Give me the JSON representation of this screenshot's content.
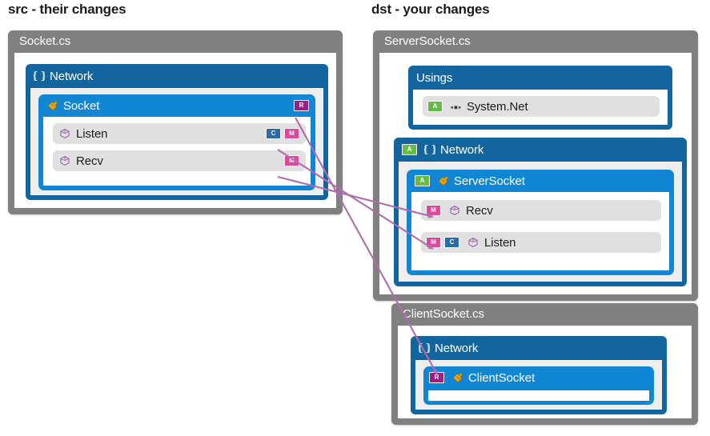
{
  "columns": {
    "src_caption": "src - their changes",
    "dst_caption": "dst - your changes"
  },
  "badge_colors": {
    "R": "#9c1e86",
    "M": "#e0479c",
    "C": "#2a6aa8",
    "A": "#66bb44"
  },
  "theme": {
    "file_bg": "#808080",
    "namespace_bg": "#12659e",
    "class_bg": "#1186d4",
    "member_bg": "#e0e0e0",
    "connector_line": "#b06cae",
    "page_bg": "#ffffff"
  },
  "src": {
    "file": {
      "name": "Socket.cs",
      "namespace": {
        "name": "Network",
        "icon": "namespace-braces-icon",
        "badges": [],
        "class": {
          "name": "Socket",
          "icon": "class-icon",
          "badges": [
            "R"
          ],
          "members": [
            {
              "name": "Listen",
              "icon": "method-icon",
              "badges": [
                "C",
                "M"
              ],
              "badge_side": "right"
            },
            {
              "name": "Recv",
              "icon": "method-icon",
              "badges": [
                "M"
              ],
              "badge_side": "right"
            }
          ]
        }
      }
    }
  },
  "dst": {
    "files": [
      {
        "name": "ServerSocket.cs",
        "usings": {
          "title": "Usings",
          "items": [
            {
              "name": "System.Net",
              "icon": "using-icon",
              "badges": [
                "A"
              ],
              "badge_side": "left"
            }
          ]
        },
        "namespace": {
          "name": "Network",
          "icon": "namespace-braces-icon",
          "badges": [
            "A"
          ],
          "class": {
            "name": "ServerSocket",
            "icon": "class-icon",
            "badges": [
              "A"
            ],
            "members": [
              {
                "name": "Recv",
                "icon": "method-icon",
                "badges": [
                  "M"
                ],
                "badge_side": "left"
              },
              {
                "name": "Listen",
                "icon": "method-icon",
                "badges": [
                  "M",
                  "C"
                ],
                "badge_side": "left"
              }
            ]
          }
        }
      },
      {
        "name": "ClientSocket.cs",
        "namespace": {
          "name": "Network",
          "icon": "namespace-braces-icon",
          "badges": [],
          "class": {
            "name": "ClientSocket",
            "icon": "class-icon",
            "badges": [
              "R"
            ],
            "members": []
          }
        }
      }
    ]
  },
  "connections": [
    {
      "from": "src.Socket.R",
      "to": "dst.ClientSocket.R"
    },
    {
      "from": "src.Socket.Listen",
      "to": "dst.ServerSocket.Listen"
    },
    {
      "from": "src.Socket.Recv",
      "to": "dst.ServerSocket.Recv"
    }
  ]
}
